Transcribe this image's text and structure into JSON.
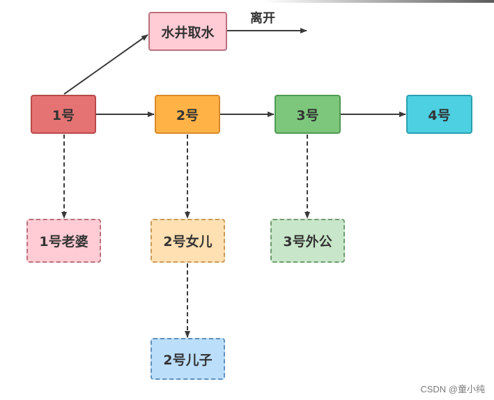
{
  "nodes": {
    "n1": {
      "label": "1号",
      "fill": "#e57373",
      "border": "#b94a4a"
    },
    "n2": {
      "label": "2号",
      "fill": "#ffb347",
      "border": "#d8892a"
    },
    "n3": {
      "label": "3号",
      "fill": "#7cc77c",
      "border": "#4f9a52"
    },
    "n4": {
      "label": "4号",
      "fill": "#4dd0e1",
      "border": "#2a9fb0"
    },
    "water": {
      "label": "水井取水",
      "fill": "#ffccd5",
      "border": "#b9707c"
    },
    "wife": {
      "label": "1号老婆",
      "fill": "#ffccd5",
      "border": "#b9707c"
    },
    "daughter": {
      "label": "2号女儿",
      "fill": "#ffe0b2",
      "border": "#c89a55"
    },
    "grandson": {
      "label": "3号外公",
      "fill": "#c8e6c9",
      "border": "#6e9c6f"
    },
    "son": {
      "label": "2号儿子",
      "fill": "#bbdefb",
      "border": "#5f8fb8"
    }
  },
  "leave_label": "离开",
  "watermark": "CSDN @童小纯",
  "colors": {
    "arrow": "#3a3a3a",
    "text": "#333333"
  }
}
